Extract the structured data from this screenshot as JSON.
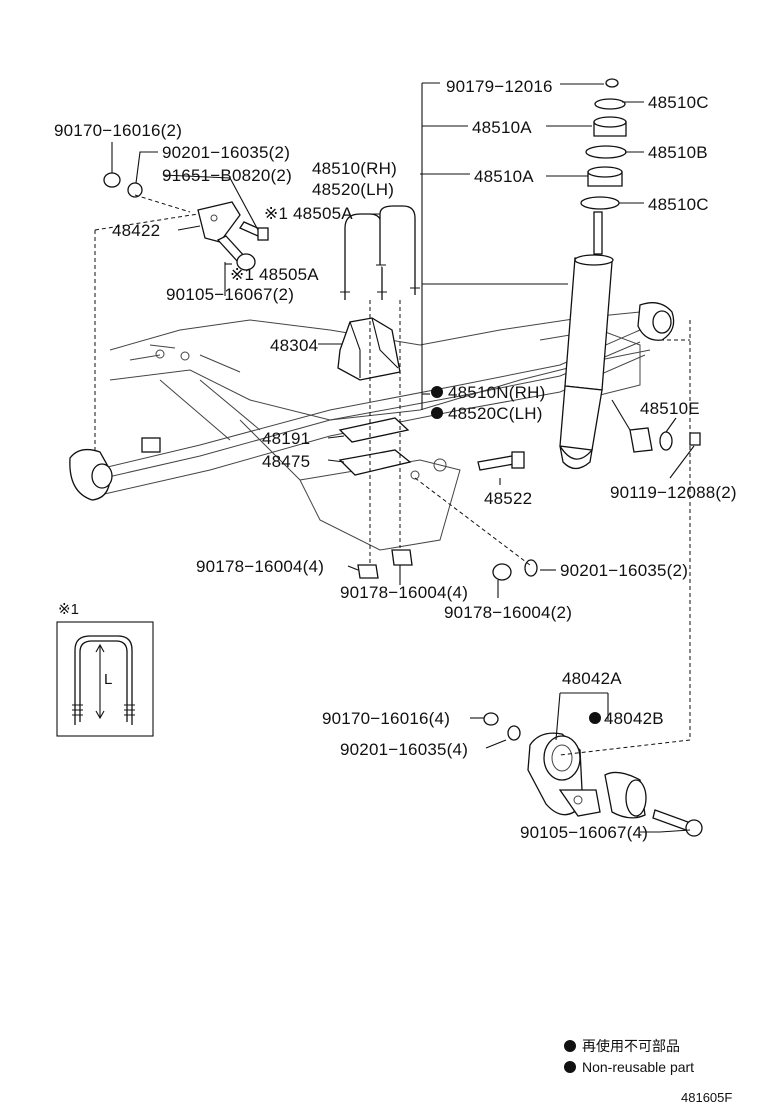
{
  "labels": {
    "p90179_12016": "90179−12016",
    "p48510C_top": "48510C",
    "p48510A_top": "48510A",
    "p48510B": "48510B",
    "p48510A_mid": "48510A",
    "p48510C_mid": "48510C",
    "p48510_RH": "48510(RH)",
    "p48520_LH": "48520(LH)",
    "p90170_16016_2": "90170−16016(2)",
    "p90201_16035_2a": "90201−16035(2)",
    "p91651_B0820_2": "91651−B0820(2)",
    "p48505A_top": "※1 48505A",
    "p48422": "48422",
    "p48505A_mid": "※1 48505A",
    "p90105_16067_2": "90105−16067(2)",
    "p48304": "48304",
    "p48510N_RH": "48510N(RH)",
    "p48520C_LH": "48520C(LH)",
    "p48510E": "48510E",
    "p48191": "48191",
    "p48475": "48475",
    "p48522": "48522",
    "p90119_12088_2": "90119−12088(2)",
    "p90178_16004_4a": "90178−16004(4)",
    "p90201_16035_2b": "90201−16035(2)",
    "p90178_16004_4b": "90178−16004(4)",
    "p90178_16004_2": "90178−16004(2)",
    "inset_mark": "※1",
    "inset_L": "L",
    "p48042A": "48042A",
    "p90170_16016_4": "90170−16016(4)",
    "p48042B": "48042B",
    "p90201_16035_4": "90201−16035(4)",
    "p90105_16067_4": "90105−16067(4)"
  },
  "legend": {
    "jp": "再使用不可部品",
    "en": "Non-reusable part"
  },
  "reference": "481605F"
}
